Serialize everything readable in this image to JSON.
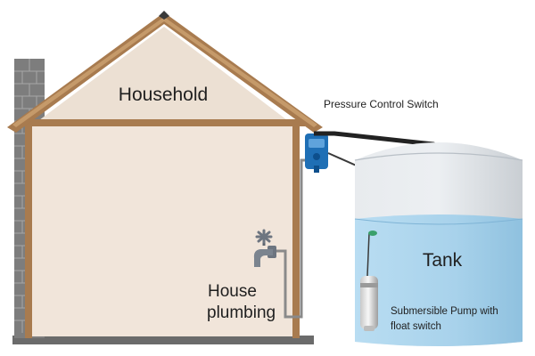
{
  "labels": {
    "household": "Household",
    "pressure_switch": "Pressure Control Switch",
    "tank": "Tank",
    "house_plumbing_line1": "House",
    "house_plumbing_line2": "plumbing",
    "pump_line1": "Submersible Pump with",
    "pump_line2": "float switch"
  },
  "colors": {
    "roof_trim": "#a87b4f",
    "wall_fill": "#f1e5da",
    "attic_fill": "#ece0d3",
    "tank_body": "#d9dde1",
    "water": "#a9d3ec",
    "pipe": "#222222",
    "switch": "#1f6fb5"
  }
}
